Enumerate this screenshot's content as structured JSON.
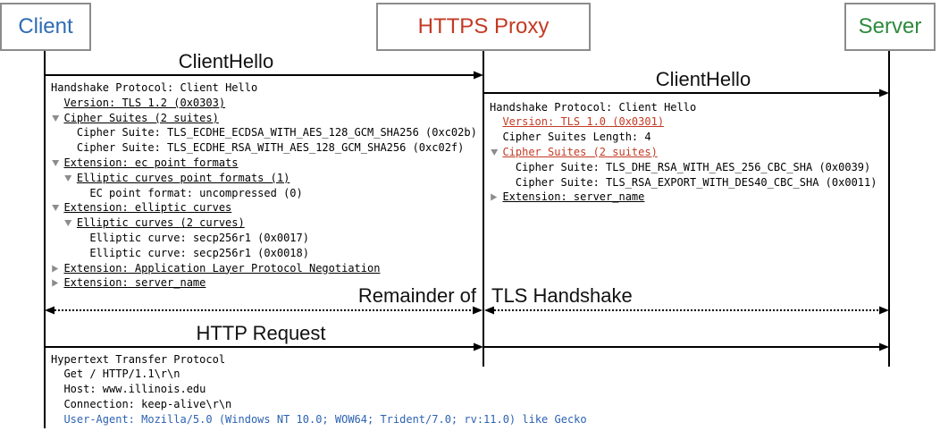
{
  "participants": {
    "client": {
      "label": "Client",
      "color": "#2d6db4"
    },
    "proxy": {
      "label": "HTTPS Proxy",
      "color": "#c33a24"
    },
    "server": {
      "label": "Server",
      "color": "#2d8a3d"
    }
  },
  "messages": {
    "client_hello_client_to_proxy": "ClientHello",
    "client_hello_proxy_to_server": "ClientHello",
    "remainder_of": "Remainder of",
    "tls_handshake": "TLS Handshake",
    "http_request": "HTTP Request"
  },
  "client_hello_from_client": [
    {
      "text": "Handshake Protocol: Client Hello"
    },
    {
      "text": "Version: TLS 1.2 (0x0303)"
    },
    {
      "text": "Cipher Suites (2 suites)",
      "icon": "triangle-down-icon"
    },
    {
      "text": "Cipher Suite: TLS_ECDHE_ECDSA_WITH_AES_128_GCM_SHA256 (0xc02b)"
    },
    {
      "text": "Cipher Suite: TLS_ECDHE_RSA_WITH_AES_128_GCM_SHA256 (0xc02f)"
    },
    {
      "text": "Extension: ec point formats",
      "icon": "triangle-down-icon"
    },
    {
      "text": "Elliptic curves point formats (1)",
      "icon": "triangle-down-icon"
    },
    {
      "text": "EC point format: uncompressed (0)"
    },
    {
      "text": "Extension: elliptic curves",
      "icon": "triangle-down-icon"
    },
    {
      "text": "Elliptic curves (2 curves)",
      "icon": "triangle-down-icon"
    },
    {
      "text": "Elliptic curve: secp256r1 (0x0017)"
    },
    {
      "text": "Elliptic curve: secp256r1 (0x0018)"
    },
    {
      "text": "Extension: Application Layer Protocol Negotiation",
      "icon": "triangle-right-icon"
    },
    {
      "text": "Extension: server_name",
      "icon": "triangle-right-icon"
    }
  ],
  "client_hello_from_proxy": [
    {
      "text": "Handshake Protocol: Client Hello"
    },
    {
      "text": "Version: TLS 1.0 (0x0301)",
      "color": "#c33a24"
    },
    {
      "text": "Cipher Suites Length: 4"
    },
    {
      "text": "Cipher Suites (2 suites)",
      "icon": "triangle-down-icon",
      "color": "#c33a24"
    },
    {
      "text": "Cipher Suite: TLS_DHE_RSA_WITH_AES_256_CBC_SHA (0x0039)"
    },
    {
      "text": "Cipher Suite: TLS_RSA_EXPORT_WITH_DES40_CBC_SHA (0x0011)"
    },
    {
      "text": "Extension: server_name",
      "icon": "triangle-right-icon"
    }
  ],
  "http_request_from_client": [
    {
      "text": "Hypertext Transfer Protocol"
    },
    {
      "text": "Get / HTTP/1.1\\r\\n"
    },
    {
      "text": "Host: www.illinois.edu"
    },
    {
      "text": "Connection: keep-alive\\r\\n"
    },
    {
      "text": "User-Agent: Mozilla/5.0 (Windows NT 10.0; WOW64; Trident/7.0; rv:11.0) like Gecko",
      "color": "#2c62b2"
    }
  ]
}
